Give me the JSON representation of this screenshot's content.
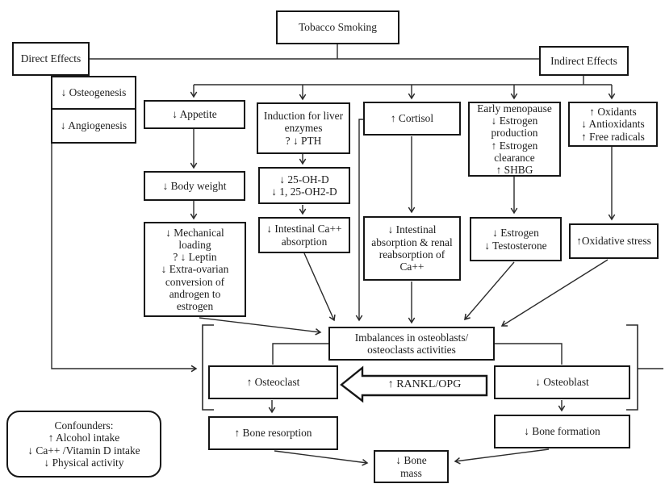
{
  "nodes": {
    "tobacco_smoking": {
      "label": "Tobacco Smoking"
    },
    "direct_effects": {
      "label": "Direct Effects"
    },
    "indirect_effects": {
      "label": "Indirect Effects"
    },
    "osteogenesis": {
      "label": "↓ Osteogenesis"
    },
    "angiogenesis": {
      "label": "↓ Angiogenesis"
    },
    "appetite": {
      "label": "↓ Appetite"
    },
    "liver_enzymes": {
      "lines": [
        "Induction for liver",
        "enzymes",
        "? ↓ PTH"
      ]
    },
    "cortisol": {
      "label": "↑ Cortisol"
    },
    "early_menopause": {
      "lines": [
        "Early menopause",
        "↓ Estrogen",
        "production",
        "↑ Estrogen",
        "clearance",
        "↑ SHBG"
      ]
    },
    "oxidants": {
      "lines": [
        "↑ Oxidants",
        "↓ Antioxidants",
        "↑ Free radicals"
      ]
    },
    "body_weight": {
      "label": "↓ Body weight"
    },
    "vitamin_d": {
      "lines": [
        "↓ 25-OH-D",
        "↓ 1, 25-OH2-D"
      ]
    },
    "mechanical_loading": {
      "lines": [
        "↓ Mechanical",
        "loading",
        "? ↓ Leptin",
        "↓ Extra-ovarian",
        "conversion of",
        "androgen to",
        "estrogen"
      ]
    },
    "intestinal_ca_absorption": {
      "lines": [
        "↓ Intestinal Ca++",
        "absorption"
      ]
    },
    "renal_reabsorption": {
      "lines": [
        "↓ Intestinal",
        "absorption & renal",
        "reabsorption of",
        "Ca++"
      ]
    },
    "estrogen_testosterone": {
      "lines": [
        "↓ Estrogen",
        "↓ Testosterone"
      ]
    },
    "oxidative_stress": {
      "label": "↑Oxidative stress"
    },
    "imbalances": {
      "lines": [
        "Imbalances in osteoblasts/",
        "osteoclasts activities"
      ]
    },
    "osteoclast": {
      "label": "↑ Osteoclast"
    },
    "rankl_opg": {
      "label": "↑ RANKL/OPG"
    },
    "osteoblast": {
      "label": "↓ Osteoblast"
    },
    "bone_resorption": {
      "label": "↑ Bone resorption"
    },
    "bone_formation": {
      "label": "↓ Bone formation"
    },
    "bone_mass": {
      "lines": [
        "↓ Bone",
        "mass"
      ]
    },
    "confounders": {
      "lines": [
        "Confounders:",
        "↑ Alcohol intake",
        "↓ Ca++ /Vitamin D intake",
        "↓ Physical activity"
      ]
    }
  },
  "colors": {
    "background": "#ffffff",
    "box_border": "#161616",
    "connector": "#2b2b2b",
    "text": "#1c1c1c"
  }
}
